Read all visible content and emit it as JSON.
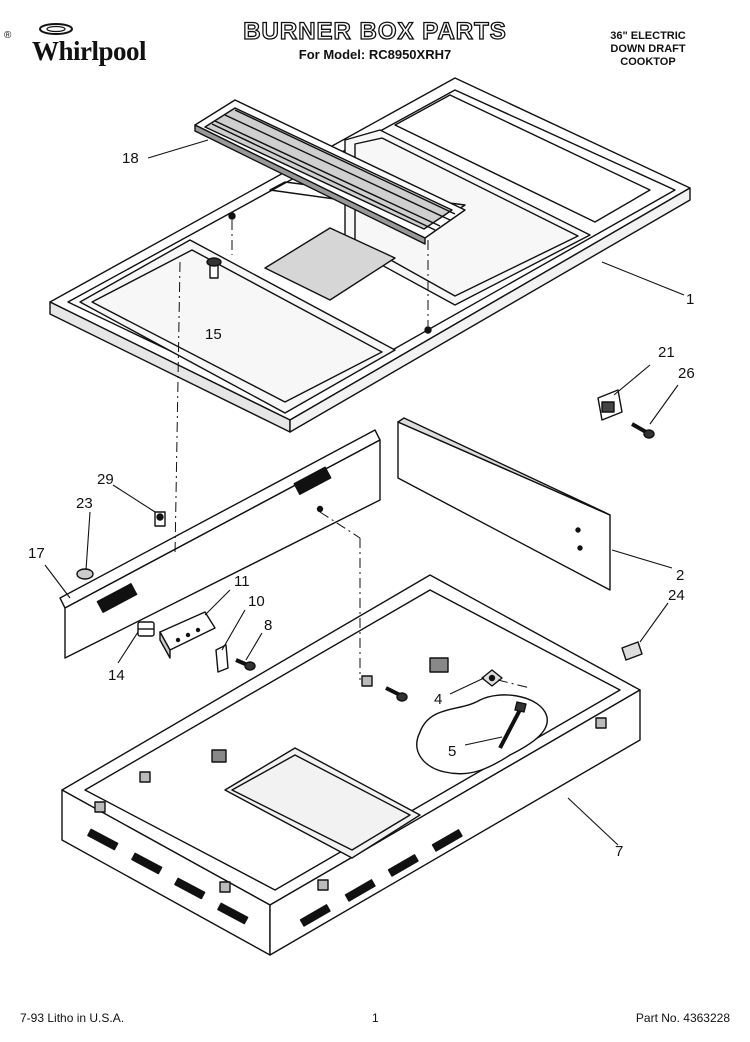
{
  "brand": {
    "name": "Whirlpool",
    "registered_mark": "®"
  },
  "header": {
    "title": "BURNER BOX PARTS",
    "subtitle": "For Model: RC8950XRH7",
    "product_line1": "36\" ELECTRIC",
    "product_line2": "DOWN DRAFT",
    "product_line3": "COOKTOP"
  },
  "callouts": {
    "c1": "1",
    "c2": "2",
    "c4": "4",
    "c5": "5",
    "c7": "7",
    "c8": "8",
    "c10": "10",
    "c11": "11",
    "c14": "14",
    "c15": "15",
    "c17": "17",
    "c18": "18",
    "c21": "21",
    "c23": "23",
    "c24": "24",
    "c26": "26",
    "c29": "29"
  },
  "footer": {
    "date_litho": "7-93   Litho in U.S.A.",
    "page": "1",
    "part_no": "Part No. 4363228"
  },
  "colors": {
    "ink": "#111111",
    "paper": "#ffffff",
    "shade": "#d6d6d6"
  }
}
